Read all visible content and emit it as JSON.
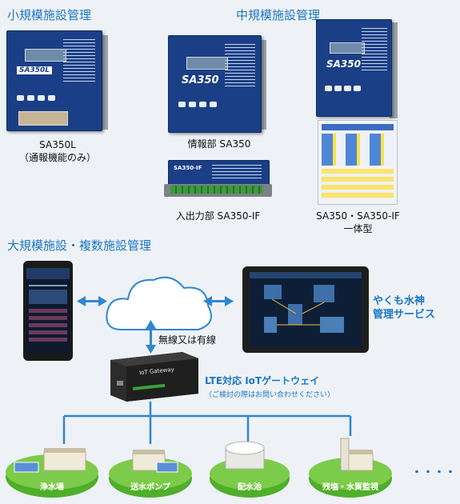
{
  "sections": {
    "small": "小規模施設管理",
    "medium": "中規模施設管理",
    "large": "大規模施設・複数施設管理"
  },
  "products": {
    "sa350l": {
      "name": "SA350L",
      "note": "（通報機能のみ）"
    },
    "info_unit": "情報部 SA350",
    "io_unit": "入出力部 SA350-IF",
    "integrated": {
      "name": "SA350・SA350-IF",
      "note": "一体型"
    }
  },
  "device_text": {
    "sa350l_badge": "SA350L",
    "sa350_badge": "SA350",
    "sa350_badge_top": "SA350",
    "io_badge": "SA350-IF",
    "gateway_text": "IoT Gateway"
  },
  "network": {
    "wireless": "無線又は有線",
    "service_line1": "やくも水神",
    "service_line2": "管理サービス",
    "gateway_title": "LTE対応 IoTゲートウェイ",
    "gateway_note": "（ご検討の際はお問い合わせください）"
  },
  "facilities": [
    {
      "label": "浄水場"
    },
    {
      "label": "送水ポンプ"
    },
    {
      "label": "配水池"
    },
    {
      "label": "残塩・水質監視"
    }
  ],
  "more": "・・・・・",
  "colors": {
    "accent": "#1a76c4",
    "panel": "#1b3f86",
    "ground": "#4fae2a",
    "line": "#2f86d0"
  }
}
